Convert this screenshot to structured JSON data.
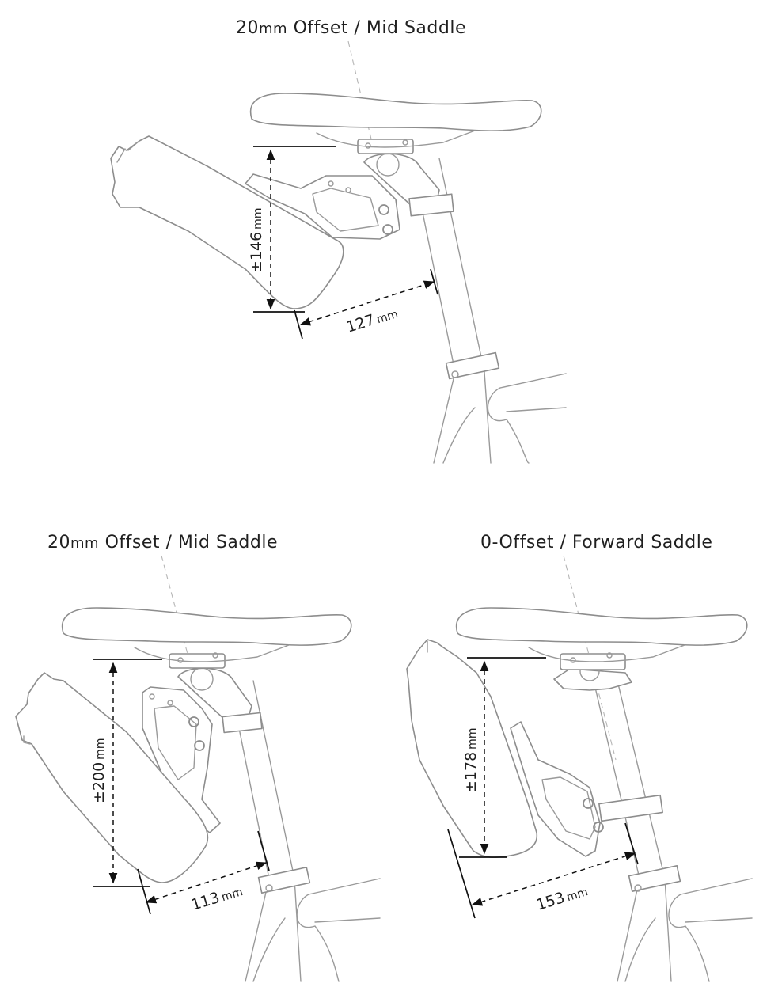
{
  "diagrams": [
    {
      "title_main": "20",
      "title_unit": "mm",
      "title_rest": " Offset / Mid Saddle",
      "height": "±146",
      "height_unit": "mm",
      "reach": "127",
      "reach_unit": "mm"
    },
    {
      "title_main": "20",
      "title_unit": "mm",
      "title_rest": " Offset / Mid Saddle",
      "height": "±200",
      "height_unit": "mm",
      "reach": "113",
      "reach_unit": "mm"
    },
    {
      "title_main": "0",
      "title_unit": "",
      "title_rest": "-Offset / Forward Saddle",
      "height": "±178",
      "height_unit": "mm",
      "reach": "153",
      "reach_unit": "mm"
    }
  ]
}
